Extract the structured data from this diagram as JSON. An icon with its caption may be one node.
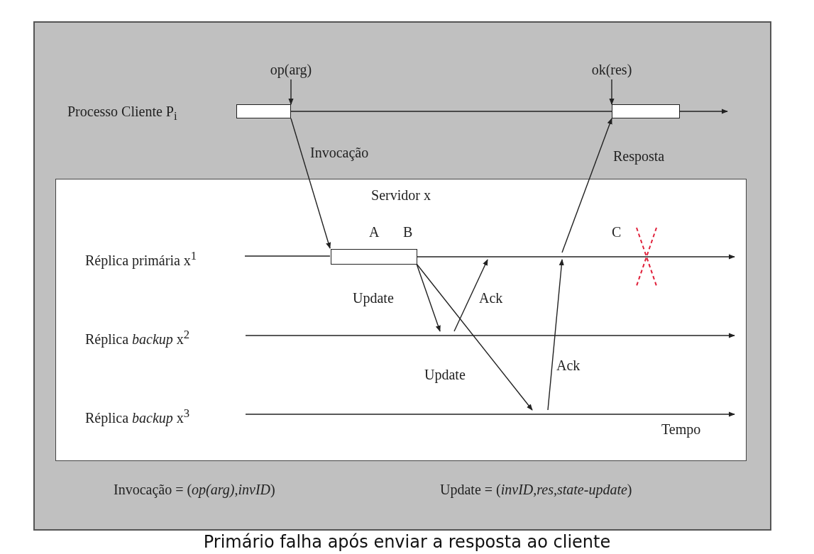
{
  "diagram": {
    "caption": "Primário falha após enviar a resposta ao cliente",
    "nodes": [
      {
        "text": [
          "Servidor x"
        ]
      },
      {
        "text": [
          "op(arg)"
        ]
      },
      {
        "text": [
          "ok(res)"
        ]
      },
      {
        "text": [],
        "shape": "box"
      },
      {
        "text": [],
        "shape": "box"
      },
      {
        "text": [],
        "shape": "box",
        "in": 0
      },
      {
        "text": [],
        "shape": "line",
        "in": 0
      },
      {
        "text": [],
        "shape": "line",
        "in": 0
      },
      {
        "text": [],
        "shape": "line",
        "in": 0,
        "beside": [
          "Tempo"
        ]
      }
    ],
    "edges": [
      {
        "from": 1,
        "to": 3,
        "arrow": "to"
      },
      {
        "from": 2,
        "to": 4,
        "arrow": "to"
      },
      {
        "from": 3,
        "to": 4,
        "arrow": "none"
      },
      {
        "from": 4,
        "to": null,
        "arrow": "to"
      },
      {
        "from": null,
        "to": 5,
        "arrow": "none"
      },
      {
        "from": 3,
        "to": 5,
        "arrow": "to",
        "label": "Invocação"
      },
      {
        "from": 5,
        "to": 7,
        "arrow": "to",
        "label": "Update"
      },
      {
        "from": 7,
        "to": 6,
        "arrow": "to",
        "label": "Ack"
      },
      {
        "from": 5,
        "to": 8,
        "arrow": "to",
        "label": "Update"
      },
      {
        "from": 8,
        "to": 6,
        "arrow": "to",
        "label": "Ack"
      },
      {
        "from": 6,
        "to": 4,
        "arrow": "to",
        "label": "Resposta"
      }
    ],
    "labels": [
      "Processo Cliente P$_{i}$",
      "A",
      "B",
      "C",
      "Réplica primária x$^{1}$",
      "Réplica *backup* x$^{2}$",
      "Réplica *backup* x$^{3}$",
      "Invocação = (*op(arg)*,*invID*)",
      "Update = (*invID,res,state-update*)"
    ]
  }
}
